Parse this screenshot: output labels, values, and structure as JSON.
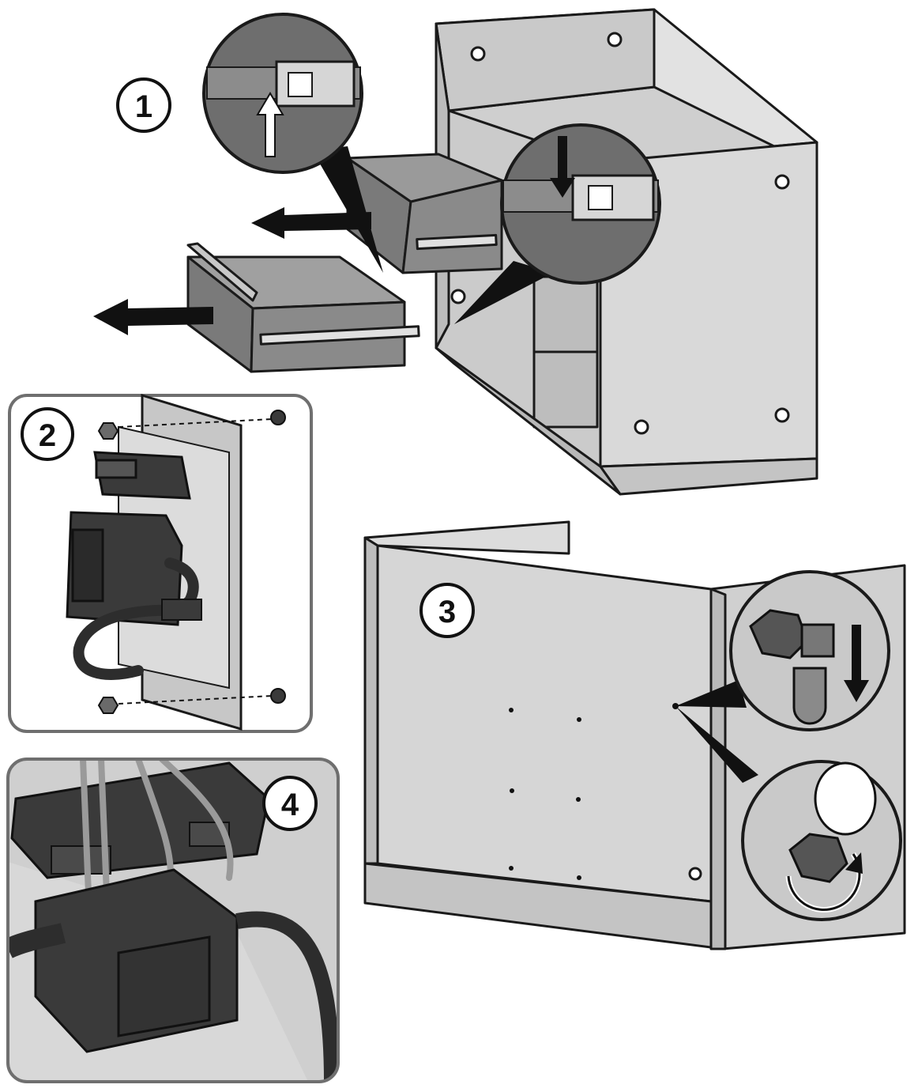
{
  "steps": [
    {
      "number": "1"
    },
    {
      "number": "2"
    },
    {
      "number": "3"
    },
    {
      "number": "4"
    }
  ],
  "colors": {
    "outline": "#1a1a1a",
    "panel_light": "#d8d8d8",
    "panel_mid": "#b5b5b5",
    "panel_dark": "#7a7a7a",
    "drawer": "#8a8a8a",
    "component": "#3a3a3a",
    "inset_frame": "#6f6f6f"
  },
  "icons": [
    "arrow-left-icon",
    "arrow-up-icon",
    "arrow-down-icon",
    "rotate-arrow-icon",
    "screw-icon",
    "nut-icon"
  ]
}
